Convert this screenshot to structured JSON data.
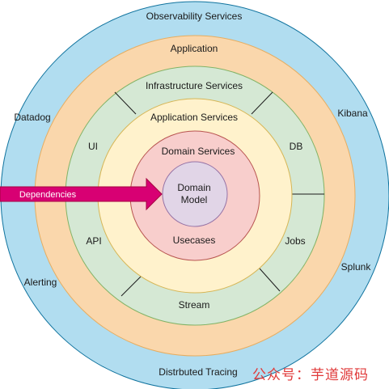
{
  "rings": {
    "observability": {
      "title": "Observability Services",
      "labels": {
        "top_left": "Datadog",
        "top_right": "Kibana",
        "bottom_left": "Alerting",
        "bottom_right": "Splunk",
        "bottom": "Distrbuted Tracing"
      },
      "fill": "#b1ddf0",
      "stroke": "#10739e"
    },
    "application": {
      "title": "Application",
      "fill": "#fad7ac",
      "stroke": "#e7ad60"
    },
    "infrastructure": {
      "title": "Infrastructure Services",
      "labels": {
        "left_top": "UI",
        "right_top": "DB",
        "left_bottom": "API",
        "right_bottom": "Jobs",
        "bottom": "Stream"
      },
      "fill": "#d5e8d4",
      "stroke": "#82b366"
    },
    "application_services": {
      "title": "Application Services",
      "fill": "#fff2cc",
      "stroke": "#d6b656"
    },
    "domain_services": {
      "title": "Domain Services",
      "bottom_label": "Usecases",
      "fill": "#f8cecc",
      "stroke": "#b85450"
    },
    "domain_model": {
      "line1": "Domain",
      "line2": "Model",
      "fill": "#e1d5e7",
      "stroke": "#9673a6"
    }
  },
  "arrow": {
    "label": "Dependencies",
    "fill": "#d80073",
    "stroke": "#a50040"
  },
  "watermark": "公众号：芋道源码"
}
